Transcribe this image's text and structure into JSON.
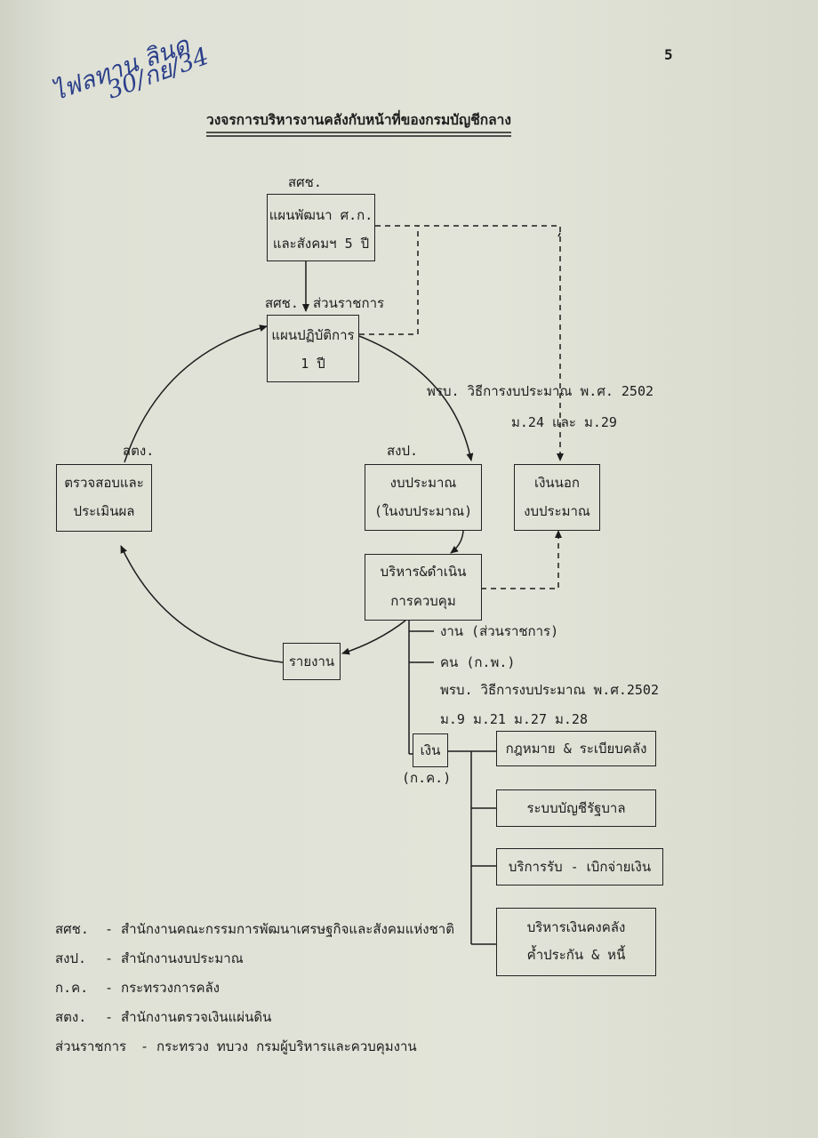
{
  "page_number": "5",
  "handwritten_note": {
    "line1": "ไฟลทาน ลินด",
    "line2": "30/กย/34"
  },
  "title": "วงจรการบริหารงานคลังกับหน้าที่ของกรมบัญชีกลาง",
  "nodes": {
    "plan_5yr": {
      "agency": "สศช.",
      "line1": "แผนพัฒนา ศ.ก.",
      "line2": "และสังคมฯ 5 ปี"
    },
    "plan_1yr": {
      "agency_left": "สศช.",
      "agency_right": "ส่วนราชการ",
      "line1": "แผนปฏิบัติการ",
      "line2": "1 ปี"
    },
    "budget": {
      "agency": "สงป.",
      "line1": "งบประมาณ",
      "line2": "(ในงบประมาณ)"
    },
    "off_budget": {
      "line1": "เงินนอก",
      "line2": "งบประมาณ"
    },
    "manage": {
      "line1": "บริหาร&ดำเนิน",
      "line2": "การควบคุม"
    },
    "audit": {
      "agency": "สตง.",
      "line1": "ตรวจสอบและ",
      "line2": "ประเมินผล"
    },
    "report": {
      "label": "รายงาน"
    },
    "money": {
      "label": "เงิน",
      "agency": "(ก.ค.)"
    }
  },
  "annotations": {
    "budget_act_line1": "พรบ. วิธีการงบประมาณ พ.ศ. 2502",
    "budget_act_line2": "ม.24 และ ม.29",
    "branch_work": "งาน (ส่วนราชการ)",
    "branch_people": "คน (ก.พ.)",
    "branch_act_line1": "พรบ. วิธีการงบประมาณ พ.ศ.2502",
    "branch_act_line2": "ม.9 ม.21 ม.27 ม.28"
  },
  "money_items": [
    {
      "line1": "กฎหมาย & ระเบียบคลัง",
      "line2": ""
    },
    {
      "line1": "ระบบบัญชีรัฐบาล",
      "line2": ""
    },
    {
      "line1": "บริการรับ - เบิกจ่ายเงิน",
      "line2": ""
    },
    {
      "line1": "บริหารเงินคงคลัง",
      "line2": "ค้ำประกัน & หนี้"
    }
  ],
  "legend": [
    {
      "abbr": "สศช.",
      "sep": "-",
      "desc": "สำนักงานคณะกรรมการพัฒนาเศรษฐกิจและสังคมแห่งชาติ"
    },
    {
      "abbr": "สงป.",
      "sep": "-",
      "desc": "สำนักงานงบประมาณ"
    },
    {
      "abbr": "ก.ค.",
      "sep": "-",
      "desc": "กระทรวงการคลัง"
    },
    {
      "abbr": "สตง.",
      "sep": "-",
      "desc": "สำนักงานตรวจเงินแผ่นดิน"
    },
    {
      "abbr": "ส่วนราชการ",
      "sep": "-",
      "desc": "กระทรวง ทบวง กรมผู้บริหารและควบคุมงาน"
    }
  ],
  "colors": {
    "paper": "#e2e4d9",
    "ink": "#1c1c1c",
    "handwriting": "#2b3f8a"
  }
}
